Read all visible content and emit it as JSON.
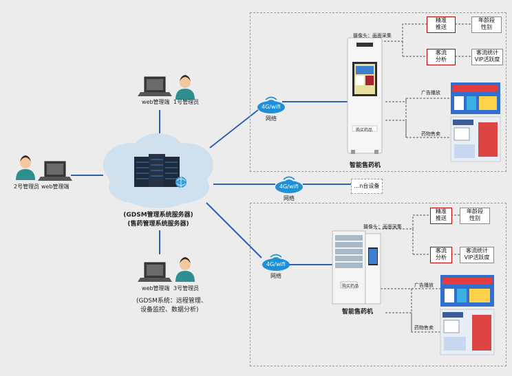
{
  "nodes": {
    "server": {
      "line1": "(GDSM管理系统服务器)",
      "line2": "(售药管理系统服务器)"
    },
    "admin1": {
      "pc_label": "web管理端",
      "person_label": "1号管理员"
    },
    "admin2": {
      "pc_label": "web管理端",
      "person_label": "2号管理员"
    },
    "admin3": {
      "pc_label": "web管理端",
      "person_label": "3号管理员",
      "note_line1": "(GDSM系统：远程管理、",
      "note_line2": "设备监控、数据分析)"
    },
    "net_top": {
      "badge": "4G/wifi",
      "label": "网络"
    },
    "net_mid": {
      "badge": "4G/wifi",
      "label": "网络"
    },
    "net_bot": {
      "badge": "4G/wifi",
      "label": "网络"
    },
    "n_devices": "...n台设备"
  },
  "groups": [
    {
      "machine_label": "智能售药机",
      "camera_label": "摄像头：画面采集",
      "screen_button": "购买药品",
      "precise_push": {
        "line1": "精准",
        "line2": "推送"
      },
      "age_gender": {
        "line1": "年龄段",
        "line2": "性别"
      },
      "traffic": {
        "line1": "客流",
        "line2": "分析"
      },
      "traffic_stats": {
        "line1": "客流统计",
        "line2": "VIP活跃度"
      },
      "ad_label": "广告播放",
      "drug_label": "药物售卖"
    },
    {
      "machine_label": "智能售药机",
      "camera_label": "摄像头：画面采集",
      "screen_button": "购买药品",
      "precise_push": {
        "line1": "精准",
        "line2": "推送"
      },
      "age_gender": {
        "line1": "年龄段",
        "line2": "性别"
      },
      "traffic": {
        "line1": "客流",
        "line2": "分析"
      },
      "traffic_stats": {
        "line1": "客流统计",
        "line2": "VIP活跃度"
      },
      "ad_label": "广告播放",
      "drug_label": "药物售卖"
    }
  ],
  "colors": {
    "link": "#2f5fb3",
    "net_badge": "#1e90d8",
    "highlight_border": "#b00000"
  }
}
